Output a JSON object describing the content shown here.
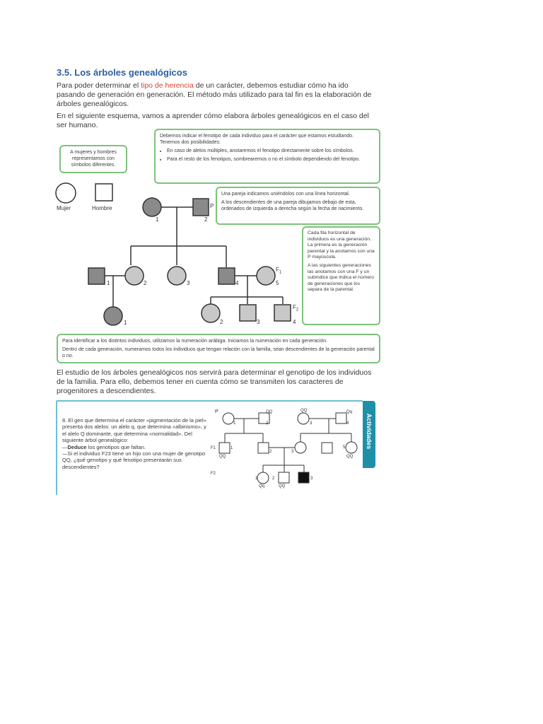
{
  "section": {
    "title": "3.5. Los árboles genealógicos",
    "intro_before": "Para poder determinar el ",
    "intro_highlight": "tipo de herencia",
    "intro_after": " de un carácter, debemos estudiar cómo ha ido pasando de generación en generación. El método más utilizado para tal fin es la elaboración de árboles genealógicos.",
    "intro2": "En el siguiente esquema, vamos a aprender cómo elabora árboles genealógicos en el caso del ser humano."
  },
  "boxes": {
    "symbols": "A mujeres y hombres representamos con símbolos diferentes.",
    "phenotype_intro": "Debemos indicar el fenotipo de cada individuo para el carácter que estamos estudiando. Tenemos dos posibilidades:",
    "phenotype_item1": "En caso de alelos múltiples, anotaremos el fenotipo directamente sobre los símbolos.",
    "phenotype_item2": "Para el resto de los fenotipos, sombrearemos o no el símbolo dependiendo del fenotipo.",
    "couple_p1": "Una pareja indicamos uniéndolos con una línea horizontal.",
    "couple_p2": "A los descendientes de una pareja dibujamos debajo de esta, ordenados de izquierda a derecha según la fecha de nacimiento.",
    "generation_p1": "Cada fila horizontal de individuos es una generación. La primera es la generación parental y la anotamos con una P mayúscula.",
    "generation_p2": "A las siguientes generaciones las anotamos con una F y un subíndice que indica el número de generaciones que los separa de la parental.",
    "numbering_p1": "Para identificar a los distintos individuos, utilizamos la numeración arábiga. Iniciamos la numeración en cada generación.",
    "numbering_p2": "Dentro de cada generación, numeramos todos los individuos que tengan relación con la familia, sean descendientes de la generación parental o no."
  },
  "legend": {
    "woman": "Mujer",
    "man": "Hombre"
  },
  "tree_labels": {
    "p": "P",
    "f1": "F",
    "f1_sub": "1",
    "f2": "F",
    "f2_sub": "2",
    "n1": "1",
    "n2": "2",
    "n3": "3",
    "n4": "4",
    "n5": "5"
  },
  "closing": "El estudio de los árboles genealógicos nos servirá para determinar el genotipo de los individuos de la familia. Para ello, debemos tener en cuenta cómo se transmiten los caracteres de progenitores a descendientes.",
  "activity": {
    "tab": "Actividades",
    "number": "8.",
    "text": "El gen que determina el carácter «pigmentación de la piel» presenta dos alelos: un alelo q, que determina «albinismo», y el alelo Q dominante, que determina «normalidad». Del siguiente árbol genealógico:",
    "bullet1_bold": "Deduce",
    "bullet1_rest": " los genotipos que faltan.",
    "bullet2": "—Si el individuo F23 tiene un hijo con una mujer de genotipo QQ, ¿qué genotipo y qué fenotipo presentarán sus descendientes?",
    "labels": {
      "p": "P",
      "f1": "F1",
      "f2": "F2",
      "qq_upper": "QQ",
      "qq_mixed": "Qq",
      "n1": "1",
      "n2": "2",
      "n3": "3",
      "n4": "4",
      "n5": "5"
    }
  },
  "colors": {
    "accent_blue": "#2c5f9e",
    "highlight_red": "#d9452b",
    "box_green": "#7dc27a",
    "tab_teal": "#1f8fa8",
    "shade_dark": "#8a8a8a",
    "shade_light": "#c8c8c8"
  }
}
